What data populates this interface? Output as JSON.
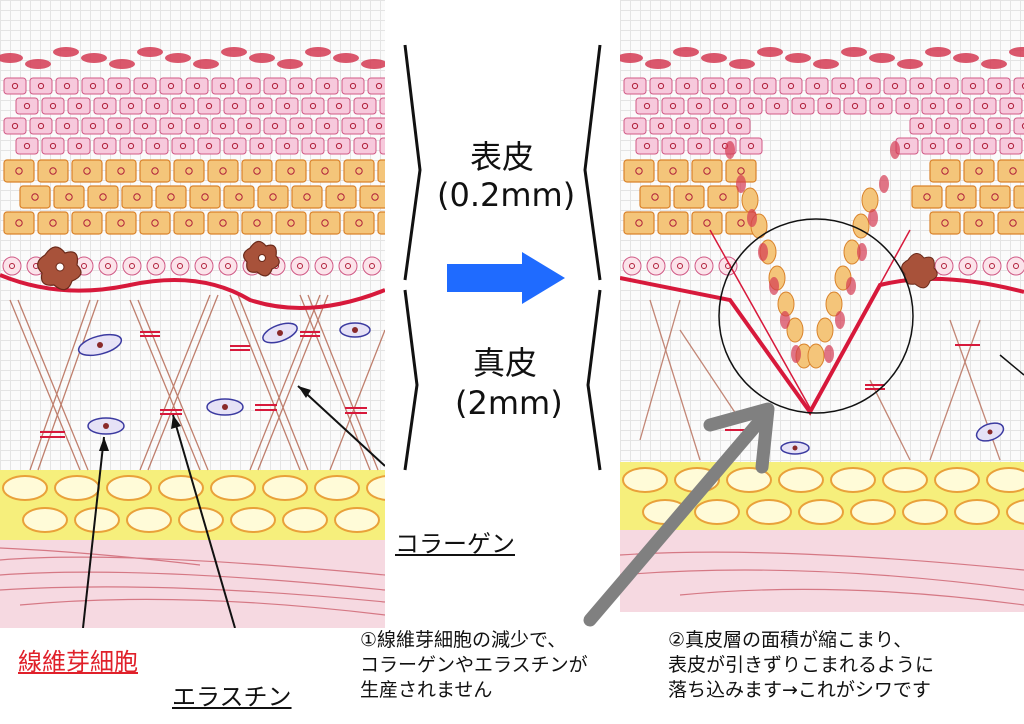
{
  "layers": {
    "epidermis_name": "表皮",
    "epidermis_thickness": "(0.2mm)",
    "dermis_name": "真皮",
    "dermis_thickness": "(2mm)"
  },
  "labels": {
    "fibroblast": "線維芽細胞",
    "elastin": "エラスチン",
    "collagen": "コラーゲン"
  },
  "captions": {
    "step1": "①線維芽細胞の減少で、\nコラーゲンやエラスチンが\n生産されません",
    "step2": "②真皮層の面積が縮こまり、\n表皮が引きずりこまれるように\n落ち込みます→これがシワです"
  },
  "colors": {
    "arrow": "#1f6bff",
    "fibroblast_label": "#e0202a",
    "basement_line": "#d7193b",
    "grey_arrow": "#808080"
  }
}
